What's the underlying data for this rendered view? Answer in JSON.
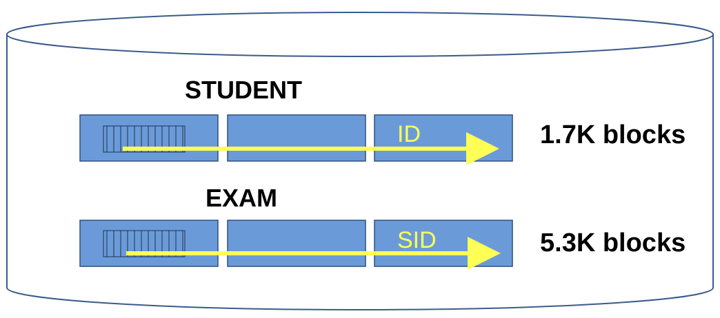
{
  "colors": {
    "cylinder_stroke": "#3a5a8c",
    "block_fill": "#6a9bd8",
    "block_stroke": "#2f4f7f",
    "arrow": "#ffff55",
    "text": "#000000"
  },
  "tables": [
    {
      "name": "STUDENT",
      "field": "ID",
      "size": "1.7K blocks"
    },
    {
      "name": "EXAM",
      "field": "SID",
      "size": "5.3K blocks"
    }
  ]
}
